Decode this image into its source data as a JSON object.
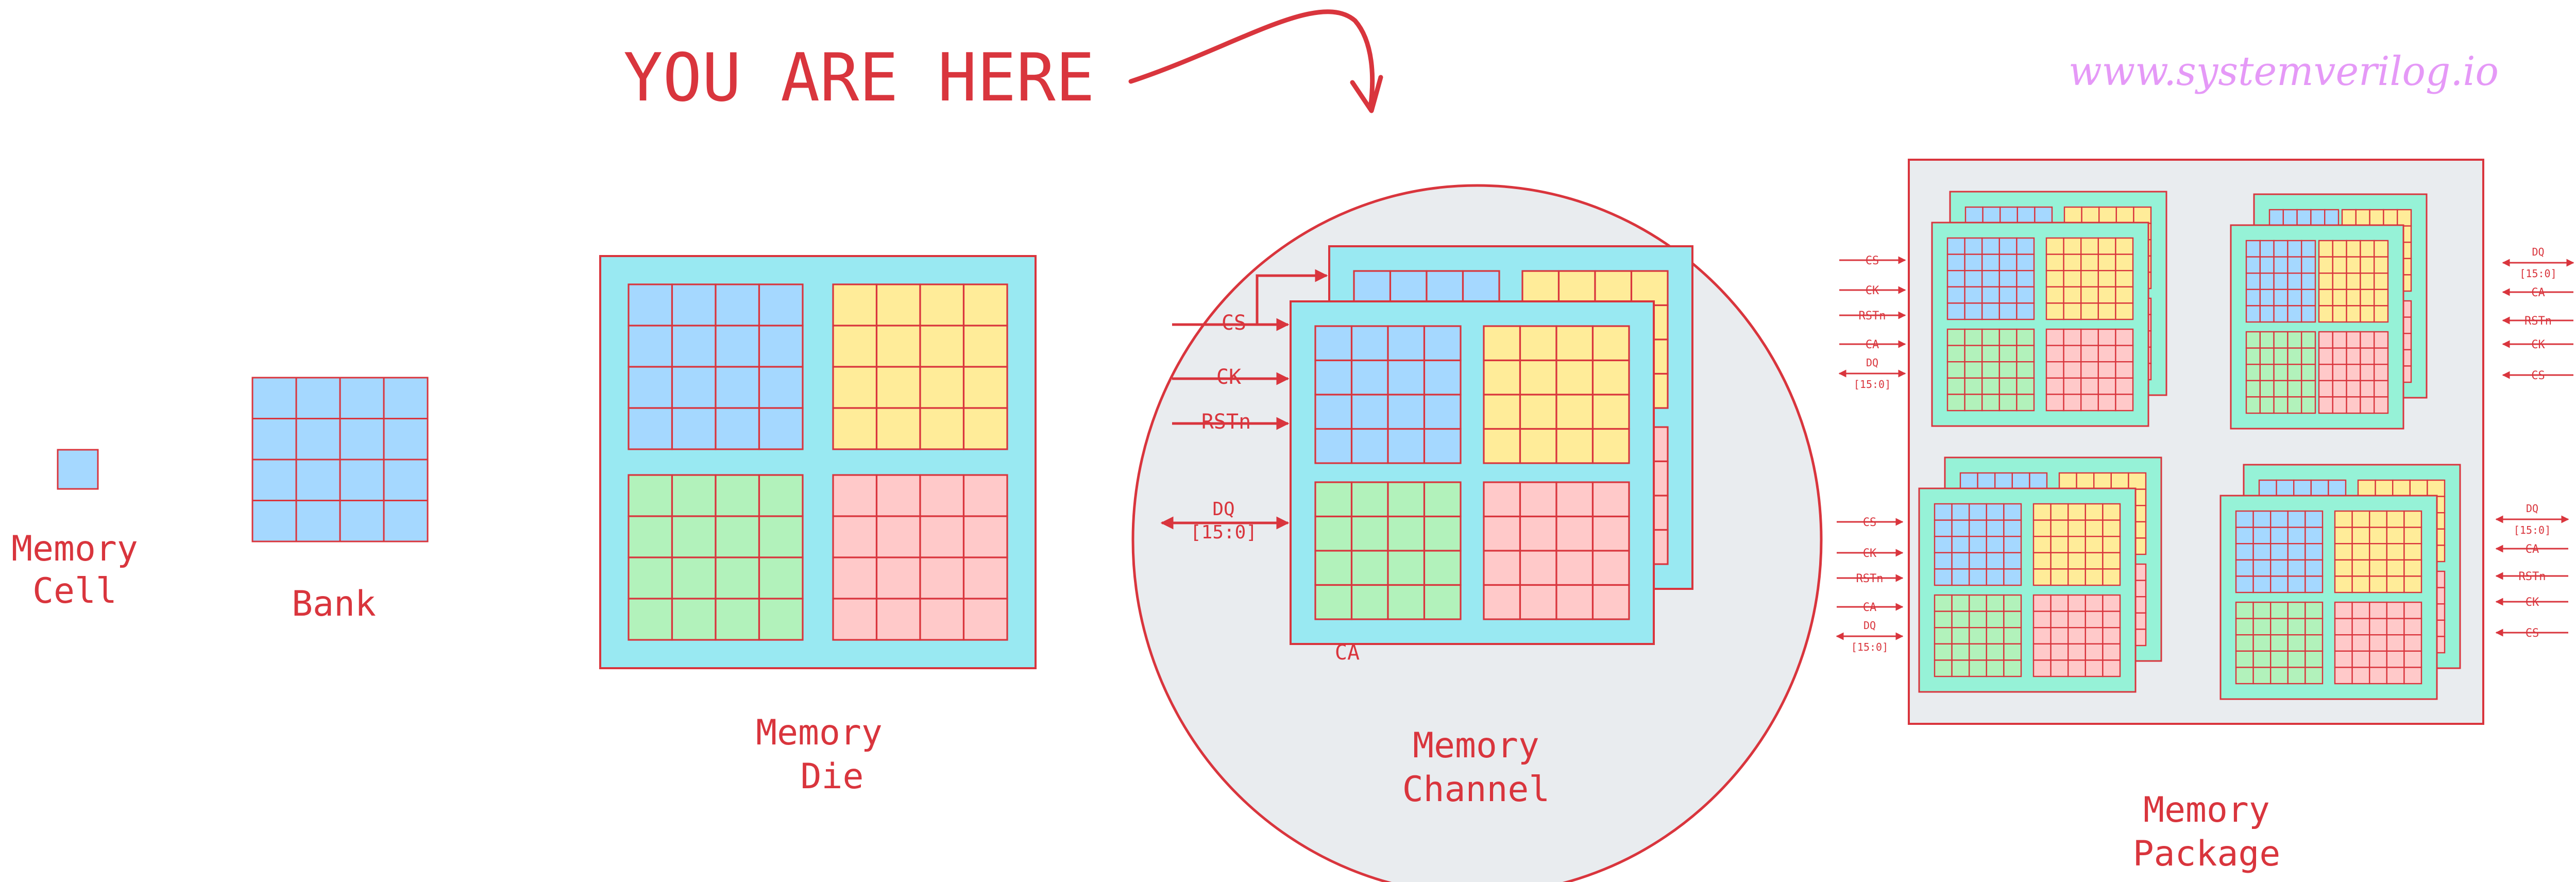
{
  "annotation": {
    "here_text": "YOU ARE HERE",
    "watermark": "www.systemverilog.io"
  },
  "stages": {
    "cell": {
      "line1": "Memory",
      "line2": "Cell"
    },
    "bank": {
      "line1": "Bank"
    },
    "die": {
      "line1": "Memory",
      "line2": "Die"
    },
    "channel": {
      "line1": "Memory",
      "line2": "Channel"
    },
    "package": {
      "line1": "Memory",
      "line2": "Package"
    }
  },
  "channel_signals": {
    "cs": "CS",
    "ck": "CK",
    "rstn": "RSTn",
    "dq_line1": "DQ",
    "dq_line2": "[15:0]",
    "ca": "CA"
  },
  "package_signals": {
    "left_top": [
      "CS",
      "CK",
      "RSTn",
      "CA",
      "DQ [15:0]"
    ],
    "left_bottom": [
      "CS",
      "CK",
      "RSTn",
      "CA",
      "DQ [15:0]"
    ],
    "right_top": [
      "DQ [15:0]",
      "CA",
      "RSTn",
      "CK",
      "CS"
    ],
    "right_bottom": [
      "DQ [15:0]",
      "CA",
      "RSTn",
      "CK",
      "CS"
    ]
  },
  "colors": {
    "accent": "#d9353d",
    "bank_blue": "#a5d8ff",
    "bank_yellow": "#ffec99",
    "bank_green": "#b2f2bb",
    "bank_pink": "#ffc9c9",
    "die_fill": "#99e9f2",
    "package_die_fill": "#96f2d7",
    "channel_circle": "#e9ecef",
    "watermark": "#e599f7"
  }
}
